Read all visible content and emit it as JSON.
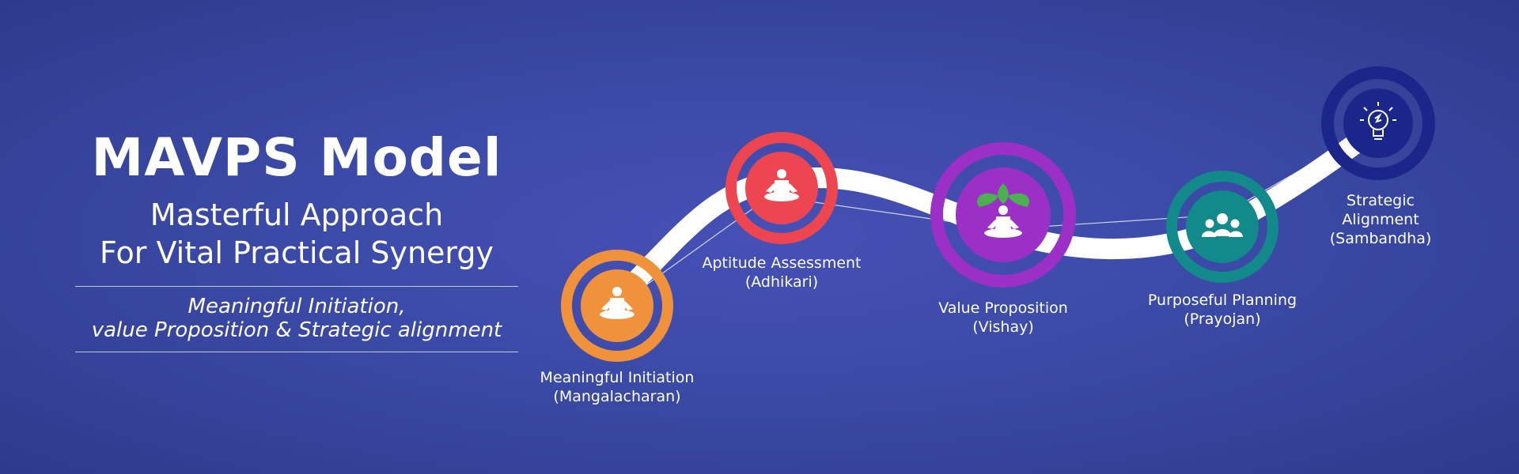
{
  "header": {
    "title": "MAVPS Model",
    "subtitle_line1": "Masterful Approach",
    "subtitle_line2": "For Vital Practical Synergy",
    "tagline_line1": "Meaningful Initiation,",
    "tagline_line2": "value Proposition & Strategic alignment"
  },
  "steps": [
    {
      "label_line1": "Meaningful Initiation",
      "label_line2": "(Mangalacharan)",
      "icon": "meditation-person-icon",
      "color": "#f0913c"
    },
    {
      "label_line1": "Aptitude Assessment",
      "label_line2": "(Adhikari)",
      "icon": "meditation-person-icon",
      "color": "#ee4650"
    },
    {
      "label_line1": "Value Proposition",
      "label_line2": "(Vishay)",
      "icon": "meditation-leaves-icon",
      "color": "#9b2fc6"
    },
    {
      "label_line1": "Purposeful Planning",
      "label_line2": "(Prayojan)",
      "icon": "team-icon",
      "color": "#12898a"
    },
    {
      "label_line1": "Strategic",
      "label_line2": "Alignment",
      "label_line3": "(Sambandha)",
      "icon": "lightbulb-icon",
      "color": "#1b268a"
    }
  ],
  "colors": {
    "background": "#3b4aa6",
    "path": "#ffffff",
    "leaf": "#4caf50"
  }
}
